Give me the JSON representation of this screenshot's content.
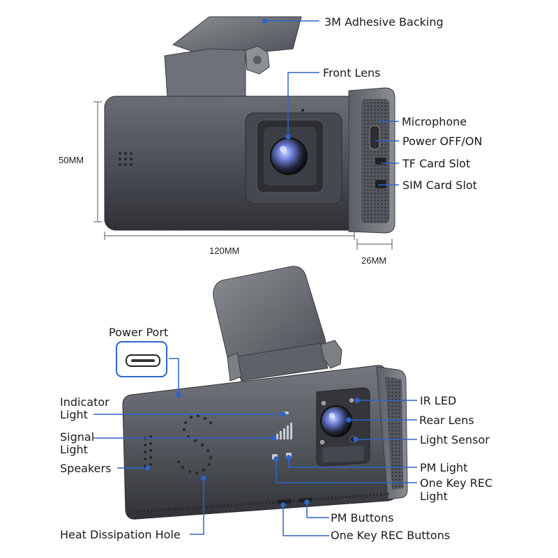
{
  "callouts": {
    "adhesive_backing": "3M Adhesive Backing",
    "front_lens": "Front Lens",
    "microphone": "Microphone",
    "power_off_on": "Power OFF/ON",
    "tf_card_slot": "TF Card Slot",
    "sim_card_slot": "SIM Card Slot",
    "power_port": "Power Port",
    "indicator_light_1": "Indicator",
    "indicator_light_2": "Light",
    "signal_light_1": "Signal",
    "signal_light_2": "Light",
    "speakers": "Speakers",
    "heat_dissipation_hole": "Heat Dissipation Hole",
    "ir_led": "IR LED",
    "rear_lens": "Rear Lens",
    "light_sensor": "Light Sensor",
    "pm_light": "PM Light",
    "one_key_rec_light_1": "One Key REC",
    "one_key_rec_light_2": "Light",
    "pm_buttons": "PM Buttons",
    "one_key_rec_buttons": "One Key REC Buttons"
  },
  "dimensions": {
    "height": "50MM",
    "width": "120MM",
    "depth": "26MM"
  },
  "colors": {
    "callout_line": "#2f63c9",
    "body_dark": "#3d3f44",
    "body_mid": "#55585e",
    "lens_blue": "#6b7cd6"
  }
}
